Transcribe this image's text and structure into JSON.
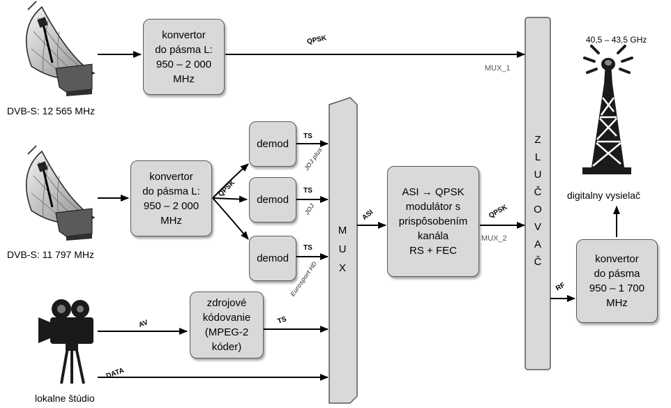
{
  "converter_top": "konvertor\ndo pásma L:\n950 – 2 000\nMHz",
  "converter_mid": "konvertor\ndo pásma L:\n950 – 2 000\nMHz",
  "converter_out": "konvertor\ndo pásma\n950 – 1 700\nMHz",
  "demod_label": "demod",
  "encoder": "zdrojové\nkódovanie\n(MPEG-2\nkóder)",
  "modulator": "ASI → QPSK\nmodulátor s\nprispôsobením\nkanála\nRS + FEC",
  "mux_letters": [
    "M",
    "U",
    "X"
  ],
  "combiner_letters": [
    "Z",
    "L",
    "U",
    "Č",
    "O",
    "V",
    "A",
    "Č"
  ],
  "dish1_caption": "DVB-S: 12 565 MHz",
  "dish2_caption": "DVB-S: 11 797 MHz",
  "studio_caption": "lokalne štúdio",
  "tower_caption": "digitalny vysielač",
  "freq_range": "40,5 – 43,5 GHz",
  "signal_labels": {
    "qpsk_top": "QPSK",
    "mux1": "MUX_1",
    "qpsk_split": "QPSK",
    "ts1": "TS",
    "ts2": "TS",
    "ts3": "TS",
    "ts_enc": "TS",
    "asi": "ASI",
    "qpsk_mod": "QPSK",
    "mux2": "MUX_2",
    "av": "AV",
    "data": "DATA",
    "rf": "RF"
  },
  "channels": [
    "JOJ plus",
    "JOJ",
    "Eurosport HD"
  ]
}
